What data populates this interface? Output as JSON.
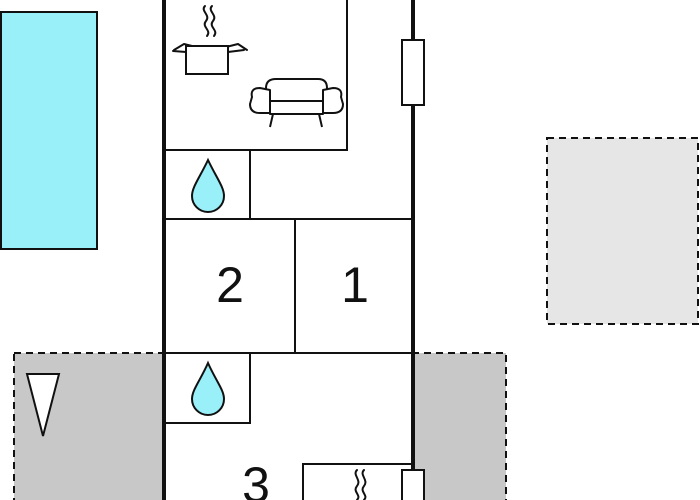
{
  "floorplan": {
    "rooms": [
      {
        "id": "room-1",
        "label": "1"
      },
      {
        "id": "room-2",
        "label": "2"
      },
      {
        "id": "room-3",
        "label": "3"
      }
    ],
    "icons": [
      "pool",
      "kitchen-pot-icon",
      "sofa-icon",
      "bathroom-drop-icon",
      "bathroom-drop-icon",
      "terrace-marker-icon",
      "kitchen-steam-icon"
    ],
    "colors": {
      "pool": "#99f0f9",
      "terrace": "#c8c8c8",
      "outbuilding": "#e6e6e6",
      "walls": "#111111",
      "water_drop": "#99f0f9"
    }
  }
}
